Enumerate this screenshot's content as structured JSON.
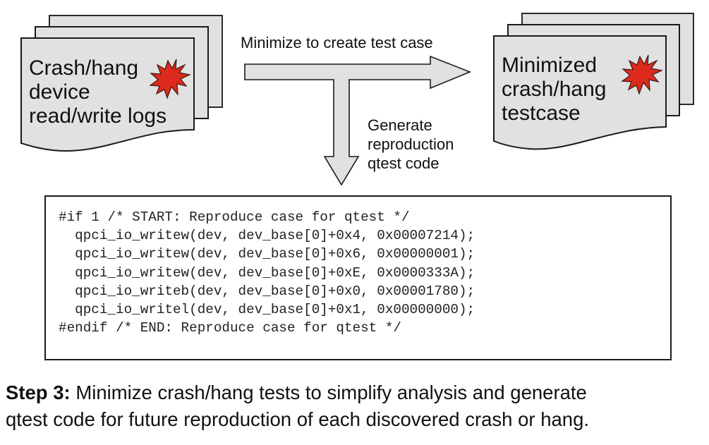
{
  "diagram": {
    "left_document": {
      "lines": [
        "Crash/hang",
        "device",
        "read/write logs"
      ],
      "icon": "crash-starburst-icon"
    },
    "arrow_right": {
      "label": "Minimize to create test case"
    },
    "arrow_down": {
      "lines": [
        "Generate",
        "reproduction",
        "qtest code"
      ]
    },
    "right_document": {
      "lines": [
        "Minimized",
        "crash/hang",
        "testcase"
      ],
      "icon": "crash-starburst-icon"
    },
    "code_block": {
      "lines": [
        "#if 1 /* START: Reproduce case for qtest */",
        "  qpci_io_writew(dev, dev_base[0]+0x4, 0x00007214);",
        "  qpci_io_writew(dev, dev_base[0]+0x6, 0x00000001);",
        "  qpci_io_writew(dev, dev_base[0]+0xE, 0x0000333A);",
        "  qpci_io_writeb(dev, dev_base[0]+0x0, 0x00001780);",
        "  qpci_io_writel(dev, dev_base[0]+0x1, 0x00000000);",
        "#endif /* END: Reproduce case for qtest */"
      ]
    },
    "colors": {
      "page_fill": "#e0e1e0",
      "starburst": "#dc2a1c",
      "outline": "#1a1a1a"
    }
  },
  "caption": {
    "step_label": "Step 3:",
    "text_line1": " Minimize crash/hang tests to simplify analysis and generate",
    "text_line2": "qtest code for future reproduction of each discovered crash or hang."
  }
}
